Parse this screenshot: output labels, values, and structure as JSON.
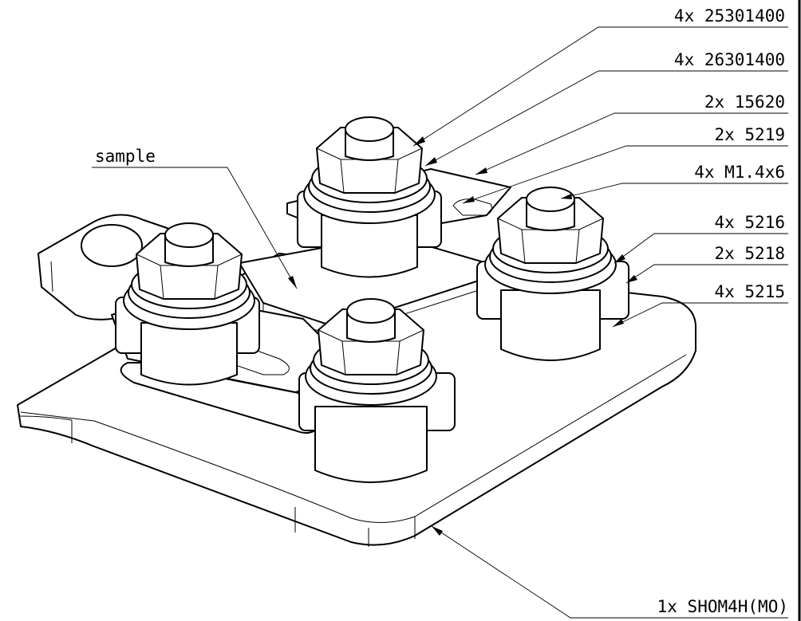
{
  "callouts": {
    "c1": "4x 25301400",
    "c2": "4x 26301400",
    "c3": "2x 15620",
    "c4": "2x 5219",
    "c5": "4x M1.4x6",
    "c6": "4x 5216",
    "c7": "2x 5218",
    "c8": "4x 5215",
    "sample": "sample",
    "base": "1x SHOM4H(MO)"
  }
}
